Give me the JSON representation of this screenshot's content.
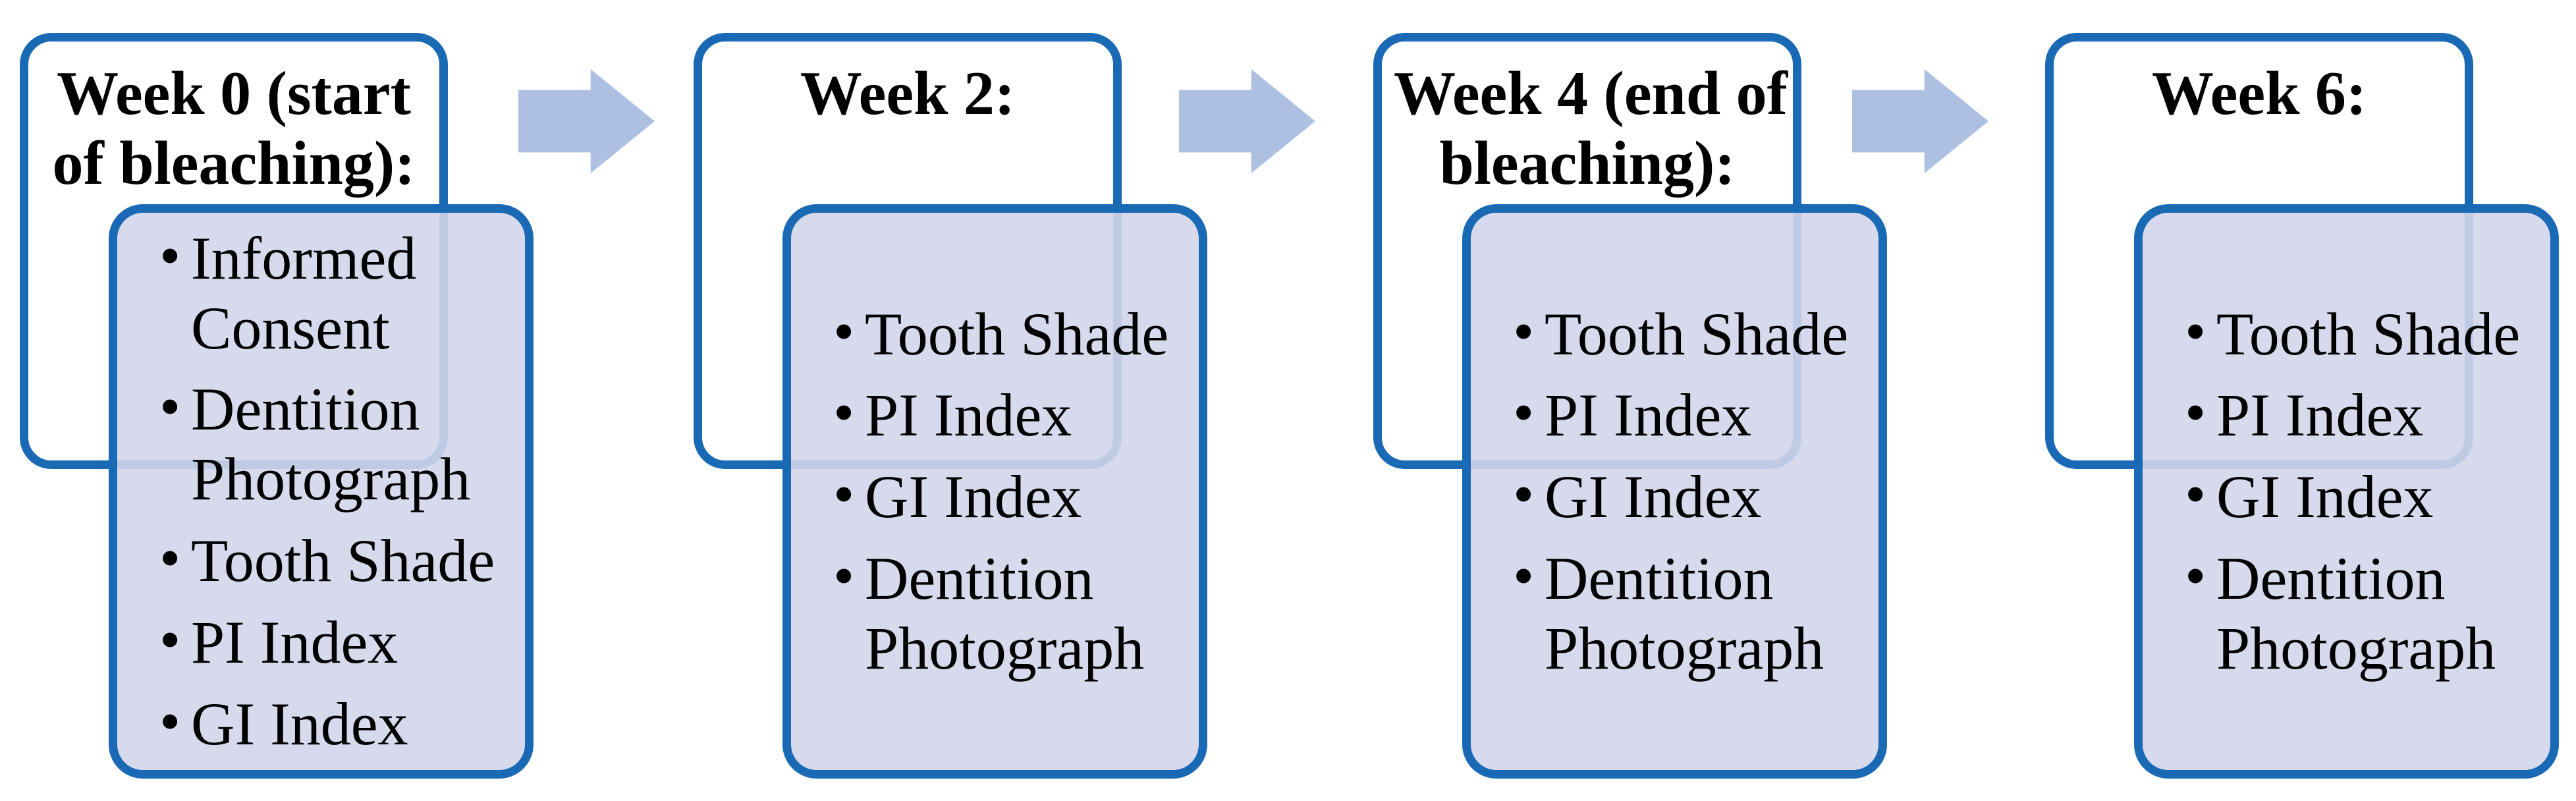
{
  "figure": {
    "description": "Study timeline flow diagram for bleaching assessment",
    "bullet_char": "•",
    "colors": {
      "border_blue": "#1A69B4",
      "panel_fill_rgba": "rgba(209,214,234,0.9)",
      "arrow_fill": "#AEC0E2",
      "text": "#000000",
      "background": "#FFFFFF"
    },
    "stages": [
      {
        "title": "Week 0 (start of bleaching):",
        "title_lines": [
          "Week 0 (start",
          "of bleaching):"
        ],
        "items": [
          "Informed Consent",
          "Dentition Photograph",
          "Tooth Shade",
          "PI Index",
          "GI Index"
        ]
      },
      {
        "title": "Week 2:",
        "title_lines": [
          "Week 2:",
          ""
        ],
        "items": [
          "Tooth Shade",
          "PI Index",
          "GI Index",
          "Dentition Photograph"
        ]
      },
      {
        "title": "Week 4 (end of bleaching):",
        "title_lines": [
          "Week 4 (end of",
          "bleaching):"
        ],
        "items": [
          "Tooth Shade",
          "PI Index",
          "GI Index",
          "Dentition Photograph"
        ]
      },
      {
        "title": "Week 6:",
        "title_lines": [
          "Week 6:",
          ""
        ],
        "items": [
          "Tooth Shade",
          "PI Index",
          "GI Index",
          "Dentition Photograph"
        ]
      }
    ]
  }
}
